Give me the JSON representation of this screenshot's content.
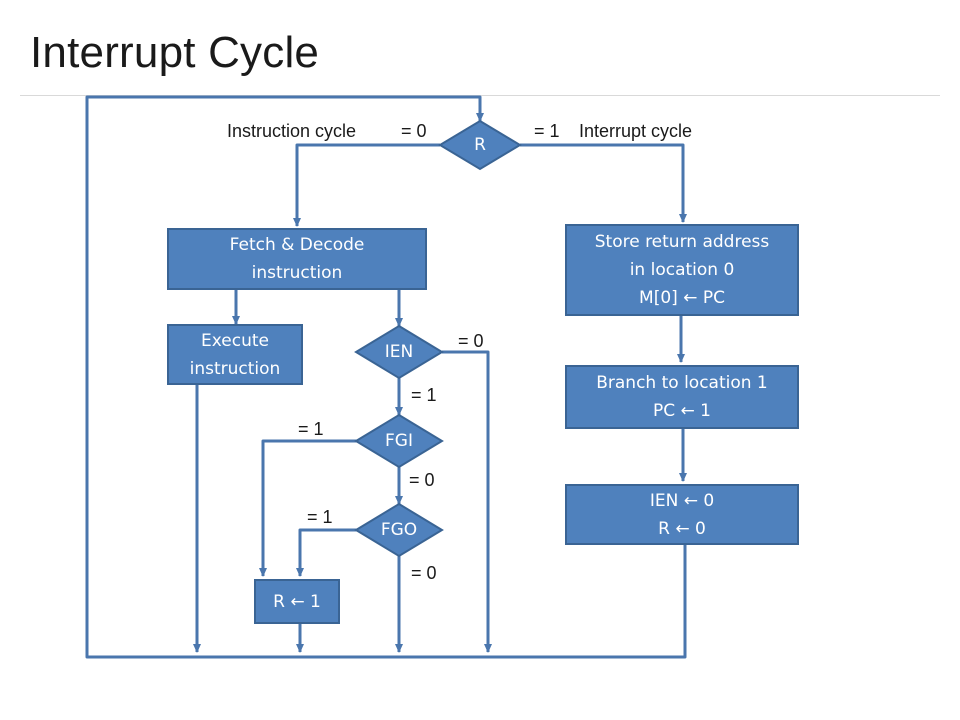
{
  "title": "Interrupt Cycle",
  "decisions": {
    "r": "R",
    "ien": "IEN",
    "fgi": "FGI",
    "fgo": "FGO"
  },
  "boxes": {
    "fetch": {
      "line1": "Fetch & Decode",
      "line2": "instruction"
    },
    "execute": {
      "line1": "Execute",
      "line2": "instruction"
    },
    "store": {
      "line1": "Store return address",
      "line2": "in location 0",
      "line3": "M[0] ← PC"
    },
    "branch": {
      "line1": "Branch to location 1",
      "line2": "PC ← 1"
    },
    "reset": {
      "line1": "IEN ← 0",
      "line2": "R ← 0"
    },
    "set_r": "R ← 1"
  },
  "labels": {
    "instruction_cycle": "Instruction cycle",
    "interrupt_cycle": "Interrupt cycle",
    "r_eq0": "= 0",
    "r_eq1": "= 1",
    "ien_eq0": "= 0",
    "ien_eq1": "= 1",
    "fgi_eq1": "= 1",
    "fgi_eq0": "= 0",
    "fgo_eq1": "= 1",
    "fgo_eq0": "= 0"
  },
  "colors": {
    "box_fill": "#4f81bd",
    "box_border": "#3a6494",
    "connector": "#4a76ad"
  }
}
